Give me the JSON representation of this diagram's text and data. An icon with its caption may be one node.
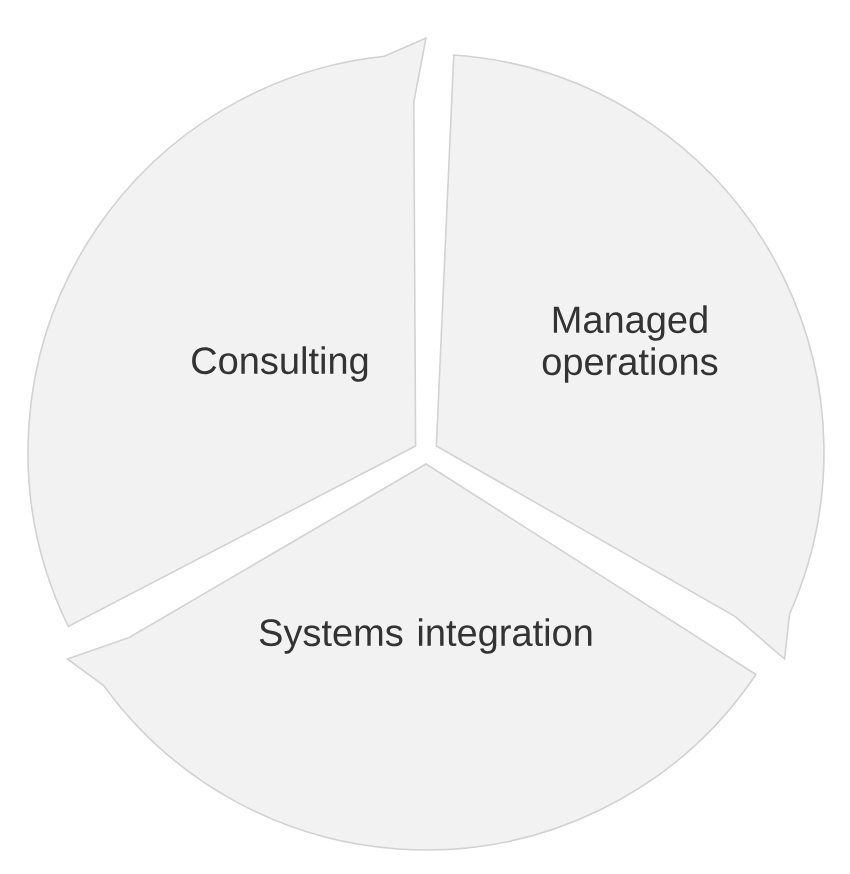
{
  "diagram": {
    "nodes": [
      {
        "text": [
          "Consulting"
        ]
      },
      {
        "text": [
          "Managed operations"
        ]
      },
      {
        "text": [
          "Systems integration"
        ]
      }
    ]
  }
}
